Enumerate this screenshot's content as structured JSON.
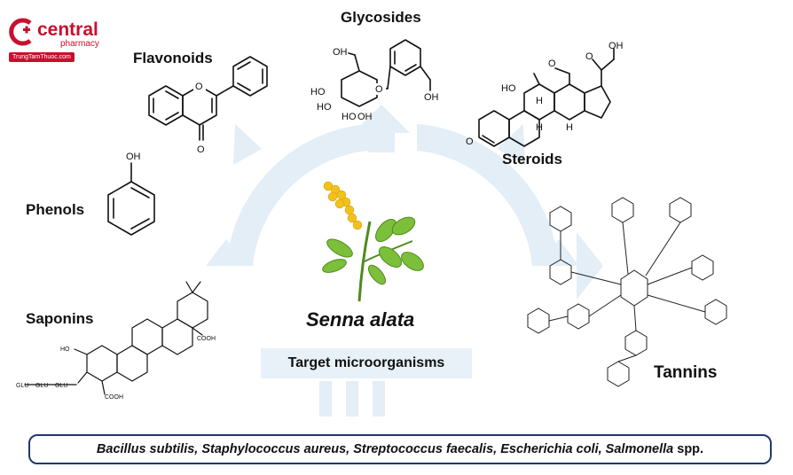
{
  "logo": {
    "brand": "central",
    "sub": "pharmacy",
    "url": "TrungTamThuoc.com"
  },
  "compounds": {
    "flavonoids": "Flavonoids",
    "glycosides": "Glycosides",
    "steroids": "Steroids",
    "phenols": "Phenols",
    "saponins": "Saponins",
    "tannins": "Tannins"
  },
  "center": {
    "plant_name": "Senna alata",
    "target_label": "Target microorganisms"
  },
  "organisms": {
    "parts": [
      {
        "text": "Bacillus subtilis, Staphylococcus  aureus, Streptococcus faecalis, Escherichia coli, Salmonella",
        "italic": true
      },
      {
        "text": " spp.",
        "italic": false
      }
    ]
  },
  "atoms": {
    "O": "O",
    "OH": "OH",
    "HO": "HO",
    "H": "H",
    "COOH": "COOH",
    "GLU": "GLU"
  },
  "colors": {
    "brand": "#c8102e",
    "arrow": "#e3eef7",
    "box_border": "#1f3a6b",
    "plant_green": "#7cbf3a",
    "flower_yellow": "#f2c21b"
  }
}
